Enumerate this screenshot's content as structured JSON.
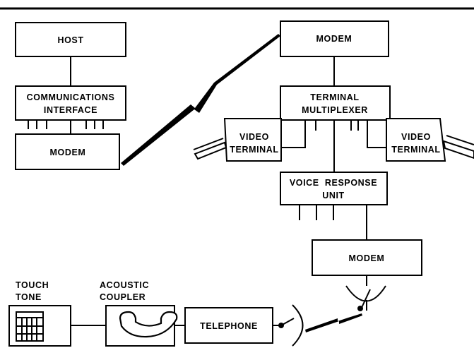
{
  "diagram": {
    "nodes": {
      "host": [
        "HOST"
      ],
      "comm_interface": [
        "COMMUNICATIONS",
        "INTERFACE"
      ],
      "modem_left": [
        "MODEM"
      ],
      "modem_top": [
        "MODEM"
      ],
      "terminal_mux": [
        "TERMINAL",
        "MULTIPLEXER"
      ],
      "video_terminal_left": [
        "VIDEO",
        "TERMINAL"
      ],
      "video_terminal_right": [
        "VIDEO",
        "TERMINAL"
      ],
      "voice_response": [
        "VOICE  RESPONSE",
        "UNIT"
      ],
      "modem_bottom": [
        "MODEM"
      ],
      "touch_tone": [
        "TOUCH",
        "TONE"
      ],
      "acoustic_coupler": [
        "ACOUSTIC",
        "COUPLER"
      ],
      "telephone": [
        "TELEPHONE"
      ]
    },
    "icons": [
      "telephone-handset-icon",
      "antenna-dish-icon",
      "keypad-icon",
      "lightning-link-icon"
    ]
  }
}
